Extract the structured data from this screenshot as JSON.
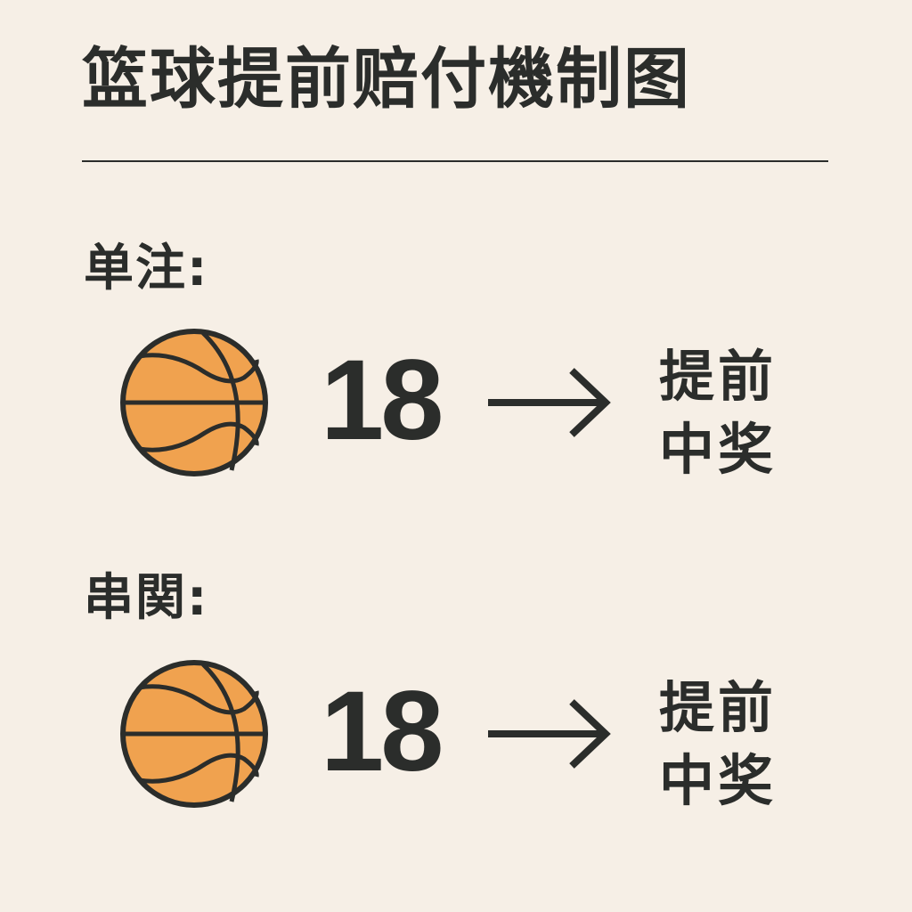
{
  "title": "篮球提前赔付機制图",
  "colors": {
    "background": "#f6efe6",
    "ink": "#2b2d2b",
    "ball_fill": "#f0a24f",
    "ball_stroke": "#2b2d2b"
  },
  "sections": [
    {
      "label": "单注:",
      "icon": "basketball-icon",
      "number": "18",
      "arrow": "right-arrow-icon",
      "result_line1": "提前",
      "result_line2": "中奖"
    },
    {
      "label": "串関:",
      "icon": "basketball-icon",
      "number": "18",
      "arrow": "right-arrow-icon",
      "result_line1": "提前",
      "result_line2": "中奖"
    }
  ]
}
